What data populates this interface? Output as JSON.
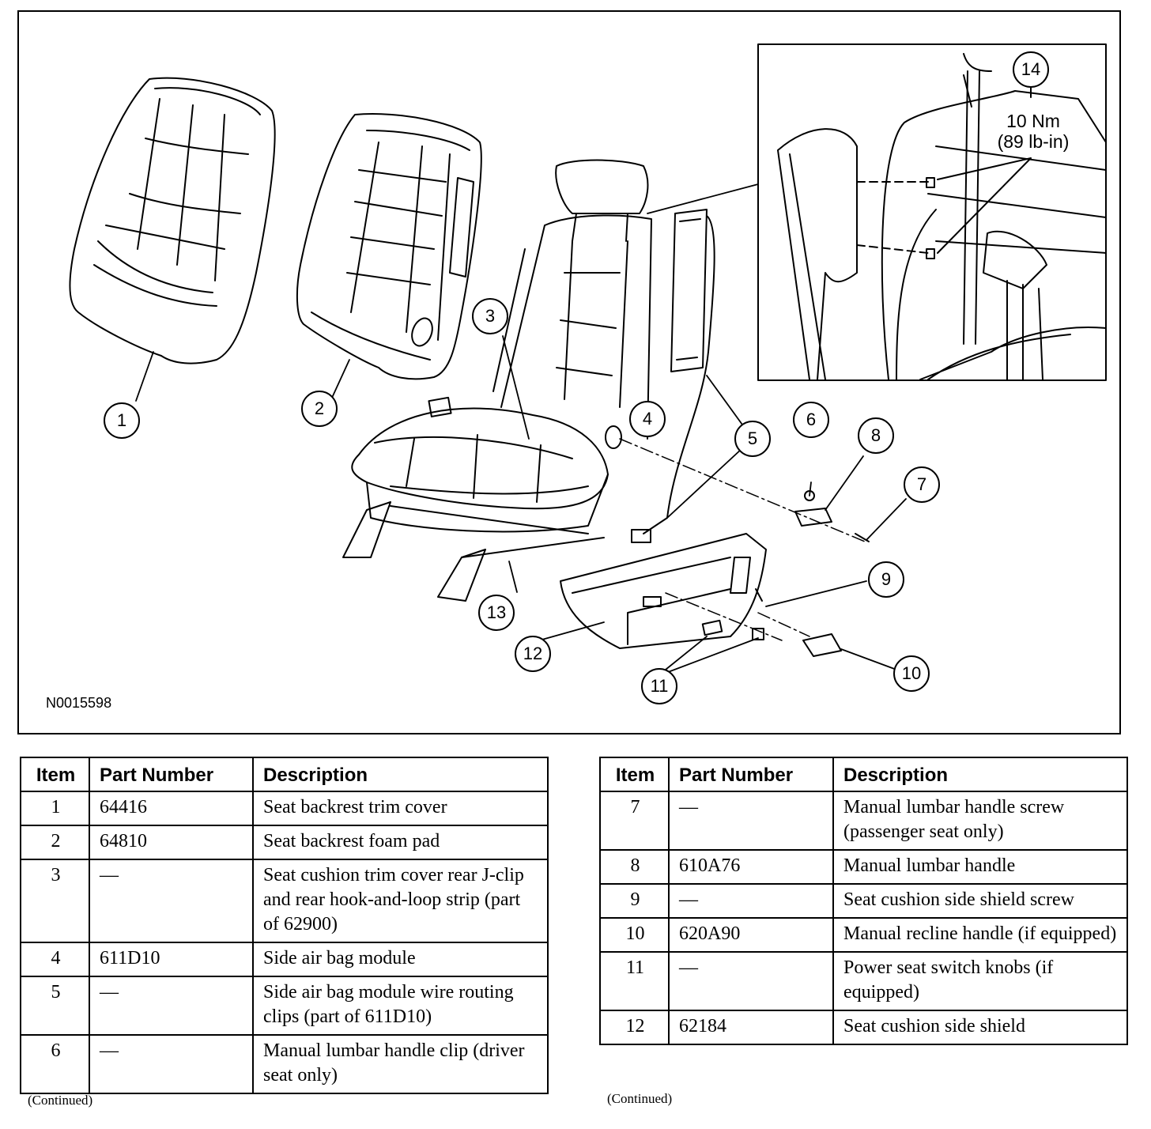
{
  "figure": {
    "id": "N0015598",
    "torque": {
      "line1": "10 Nm",
      "line2": "(89 lb-in)"
    },
    "callouts": [
      "1",
      "2",
      "3",
      "4",
      "5",
      "6",
      "7",
      "8",
      "9",
      "10",
      "11",
      "12",
      "13",
      "14"
    ]
  },
  "tables": [
    {
      "headers": {
        "item": "Item",
        "part": "Part Number",
        "desc": "Description"
      },
      "rows": [
        {
          "item": "1",
          "part": "64416",
          "desc": "Seat backrest trim cover"
        },
        {
          "item": "2",
          "part": "64810",
          "desc": "Seat backrest foam pad"
        },
        {
          "item": "3",
          "part": "—",
          "desc": "Seat cushion trim cover rear J-clip and rear hook-and-loop strip (part of 62900)"
        },
        {
          "item": "4",
          "part": "611D10",
          "desc": "Side air bag module"
        },
        {
          "item": "5",
          "part": "—",
          "desc": "Side air bag module wire routing clips (part of 611D10)"
        },
        {
          "item": "6",
          "part": "—",
          "desc": "Manual lumbar handle clip (driver seat only)"
        }
      ],
      "footer": "(Continued)"
    },
    {
      "headers": {
        "item": "Item",
        "part": "Part Number",
        "desc": "Description"
      },
      "rows": [
        {
          "item": "7",
          "part": "—",
          "desc": "Manual lumbar handle screw (passenger seat only)"
        },
        {
          "item": "8",
          "part": "610A76",
          "desc": "Manual lumbar handle"
        },
        {
          "item": "9",
          "part": "—",
          "desc": "Seat cushion side shield screw"
        },
        {
          "item": "10",
          "part": "620A90",
          "desc": "Manual recline handle (if equipped)"
        },
        {
          "item": "11",
          "part": "—",
          "desc": "Power seat switch knobs (if equipped)"
        },
        {
          "item": "12",
          "part": "62184",
          "desc": "Seat cushion side shield"
        }
      ],
      "footer": "(Continued)"
    }
  ]
}
